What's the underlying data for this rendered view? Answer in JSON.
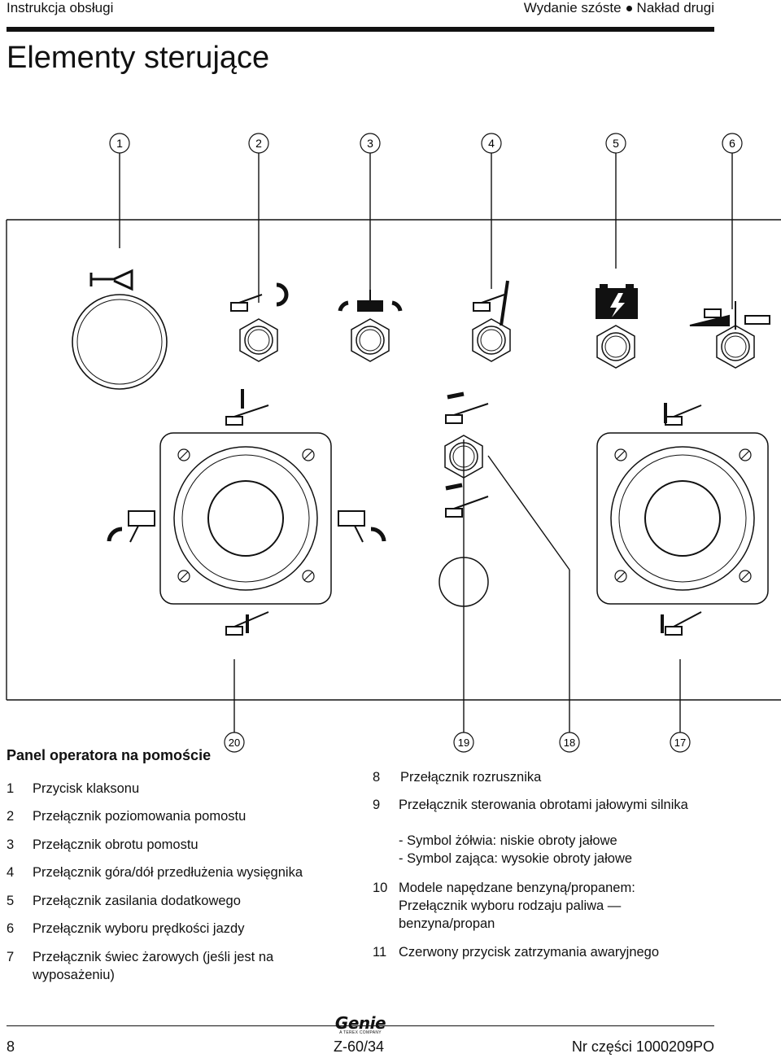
{
  "header": {
    "left": "Instrukcja obsługi",
    "edition": "Wydanie szóste",
    "printing": "Nakład drugi"
  },
  "page_title": "Elementy sterujące",
  "callouts": {
    "c1": "1",
    "c2": "2",
    "c3": "3",
    "c4": "4",
    "c5": "5",
    "c6": "6",
    "c17": "17",
    "c18": "18",
    "c19": "19",
    "c20": "20"
  },
  "legend": {
    "title": "Panel operatora na pomoście",
    "left_items": [
      {
        "num": "1",
        "text": "Przycisk klaksonu"
      },
      {
        "num": "2",
        "text": "Przełącznik poziomowania pomostu"
      },
      {
        "num": "3",
        "text": "Przełącznik obrotu pomostu"
      },
      {
        "num": "4",
        "text": "Przełącznik góra/dół przedłużenia wysięgnika"
      },
      {
        "num": "5",
        "text": "Przełącznik zasilania dodatkowego"
      },
      {
        "num": "6",
        "text": "Przełącznik wyboru prędkości jazdy"
      },
      {
        "num": "7",
        "text": "Przełącznik świec żarowych (jeśli jest na wyposażeniu)"
      }
    ],
    "right_items": [
      {
        "num": "8",
        "text": "Przełącznik rozrusznika"
      },
      {
        "num": "9",
        "text": "Przełącznik sterowania obrotami jałowymi silnika",
        "sub": [
          "- Symbol żółwia: niskie obroty jałowe",
          "- Symbol zająca: wysokie obroty jałowe"
        ]
      },
      {
        "num": "10",
        "text": "Modele napędzane benzyną/propanem: Przełącznik wyboru rodzaju paliwa — benzyna/propan"
      },
      {
        "num": "11",
        "text": "Czerwony przycisk zatrzymania awaryjnego"
      }
    ]
  },
  "footer": {
    "page_number": "8",
    "model": "Z-60/34",
    "part_number": "Nr części 1000209PO",
    "logo_text": "Genie",
    "logo_subtext": "A TEREX COMPANY"
  }
}
